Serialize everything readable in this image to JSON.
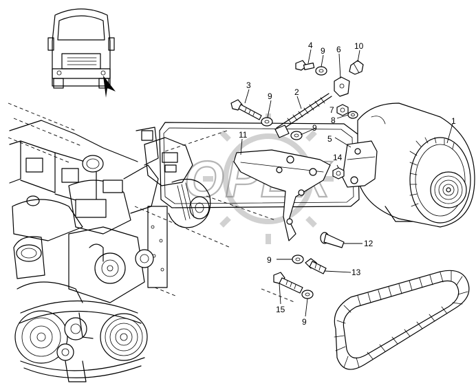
{
  "watermark": {
    "text": "OPEX"
  },
  "callouts": [
    {
      "id": "c1",
      "label": "1"
    },
    {
      "id": "c2",
      "label": "2"
    },
    {
      "id": "c3",
      "label": "3"
    },
    {
      "id": "c4",
      "label": "4"
    },
    {
      "id": "c5",
      "label": "5"
    },
    {
      "id": "c6",
      "label": "6"
    },
    {
      "id": "c7",
      "label": "7"
    },
    {
      "id": "c8",
      "label": "8"
    },
    {
      "id": "c9a",
      "label": "9"
    },
    {
      "id": "c9b",
      "label": "9"
    },
    {
      "id": "c9c",
      "label": "9"
    },
    {
      "id": "c9d",
      "label": "9"
    },
    {
      "id": "c9e",
      "label": "9"
    },
    {
      "id": "c10",
      "label": "10"
    },
    {
      "id": "c11",
      "label": "11"
    },
    {
      "id": "c12",
      "label": "12"
    },
    {
      "id": "c13",
      "label": "13"
    },
    {
      "id": "c14",
      "label": "14"
    },
    {
      "id": "c15",
      "label": "15"
    }
  ],
  "colors": {
    "line": "#000000",
    "background": "#ffffff",
    "watermark": "#777777"
  }
}
